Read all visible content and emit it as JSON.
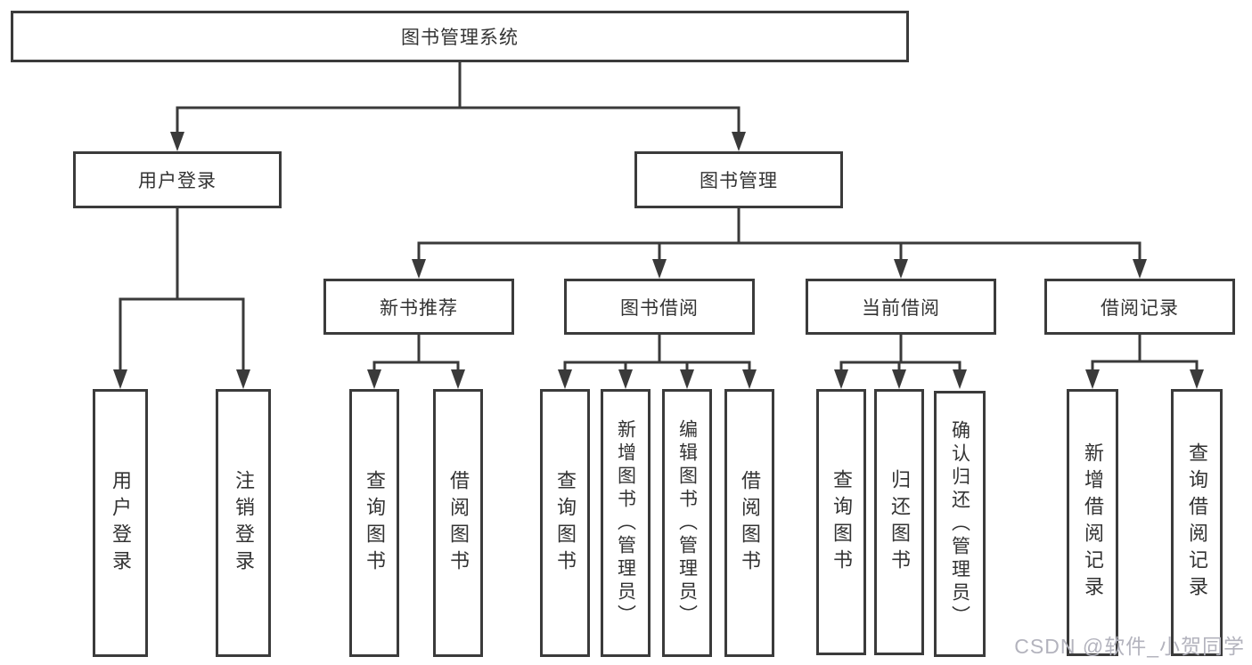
{
  "diagram": {
    "root": {
      "label": "图书管理系统"
    },
    "level2": [
      {
        "label": "用户登录"
      },
      {
        "label": "图书管理"
      }
    ],
    "level3": [
      {
        "label": "新书推荐"
      },
      {
        "label": "图书借阅"
      },
      {
        "label": "当前借阅"
      },
      {
        "label": "借阅记录"
      }
    ],
    "leaves": {
      "user_login": [
        {
          "label": "用户登录"
        },
        {
          "label": "注销登录"
        }
      ],
      "new_book_rec": [
        {
          "label": "查询图书"
        },
        {
          "label": "借阅图书"
        }
      ],
      "book_borrow": [
        {
          "label": "查询图书"
        },
        {
          "label": "新增图书（管理员）"
        },
        {
          "label": "编辑图书（管理员）"
        },
        {
          "label": "借阅图书"
        }
      ],
      "current_borrow": [
        {
          "label": "查询图书"
        },
        {
          "label": "归还图书"
        },
        {
          "label": "确认归还（管理员）"
        }
      ],
      "borrow_records": [
        {
          "label": "新增借阅记录"
        },
        {
          "label": "查询借阅记录"
        }
      ]
    }
  },
  "watermark": {
    "text": "CSDN @软件_小贺同学"
  },
  "colors": {
    "line": "#3a3a3a",
    "box_border": "#3b3b3b",
    "text": "#333333",
    "watermark": "#b3b3bd",
    "background": "#ffffff"
  }
}
